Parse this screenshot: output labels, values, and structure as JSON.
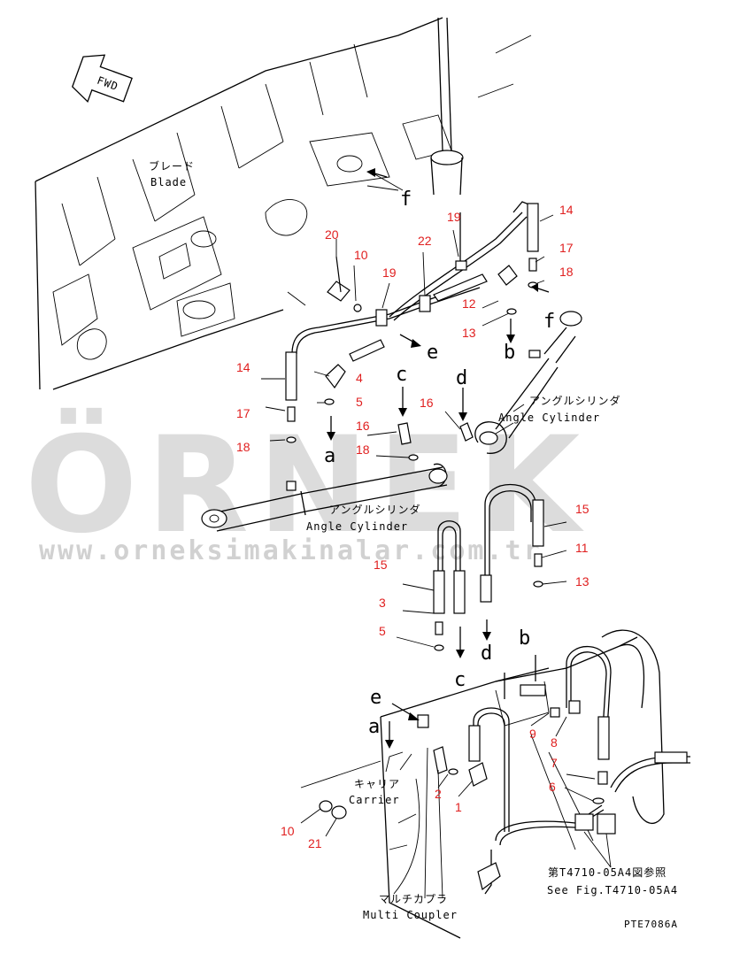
{
  "labels": {
    "fwd": "FWD",
    "blade_jp": "ブレード",
    "blade_en": "Blade",
    "angle_cyl_jp": "アングルシリンダ",
    "angle_cyl_en": "Angle Cylinder",
    "carrier_jp": "キャリア",
    "carrier_en": "Carrier",
    "coupler_jp": "マルチカプラ",
    "coupler_en": "Multi Coupler",
    "see_fig_jp": "第T4710-05A4図参照",
    "see_fig_en": "See Fig.T4710-05A4",
    "drawing_code": "PTE7086A"
  },
  "watermark": {
    "brand": "ÖRNEK",
    "url": "www.orneksimakinalar.com.tr",
    "accent_color": "#f2c200",
    "text_color": "#9a9a9a"
  },
  "callouts": [
    "1",
    "2",
    "3",
    "4",
    "5",
    "6",
    "7",
    "8",
    "9",
    "10",
    "11",
    "12",
    "13",
    "14",
    "15",
    "16",
    "17",
    "18",
    "19",
    "20",
    "21",
    "22"
  ],
  "flow_letters": [
    "a",
    "b",
    "c",
    "d",
    "e",
    "f"
  ],
  "callout_color": "#e02020"
}
